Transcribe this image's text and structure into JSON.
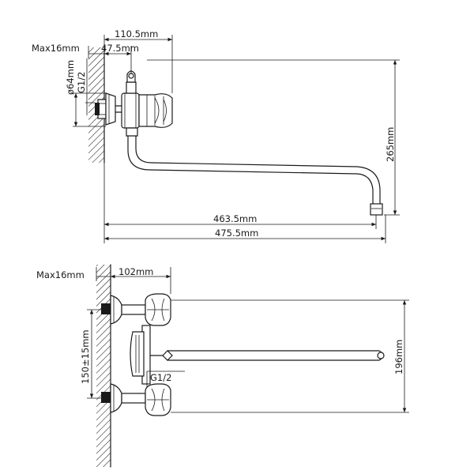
{
  "top_view": {
    "dim_width_top": "110.5mm",
    "dim_max": "Max16mm",
    "dim_offset": "47.5mm",
    "dim_diameter": "ø64mm",
    "dim_thread": "G1/2",
    "dim_height": "265mm",
    "dim_reach_inner": "463.5mm",
    "dim_reach_total": "475.5mm"
  },
  "bottom_view": {
    "dim_max": "Max16mm",
    "dim_width": "102mm",
    "dim_spacing": "150±15mm",
    "dim_thread": "G1/2",
    "dim_height": "196mm"
  }
}
